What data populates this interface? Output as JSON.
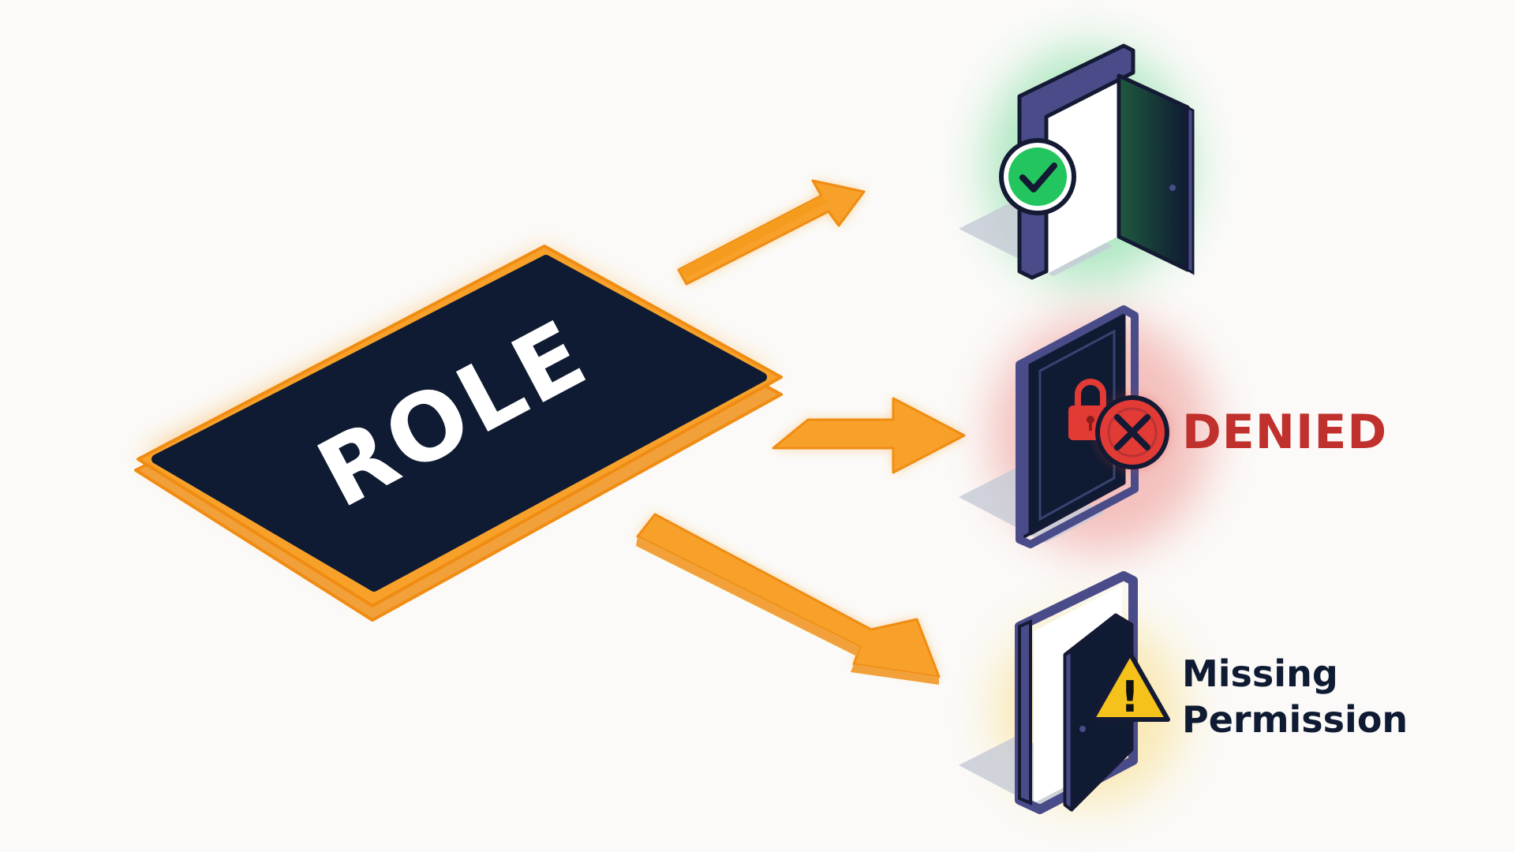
{
  "role_card": {
    "label": "ROLE"
  },
  "doors": [
    {
      "state": "granted",
      "status_icon": "check-icon",
      "label": ""
    },
    {
      "state": "denied",
      "status_icon": "x-icon",
      "lock_icon": "padlock-icon",
      "label": "DENIED"
    },
    {
      "state": "missing-permission",
      "status_icon": "warning-icon",
      "label_lines": [
        "Missing",
        "Permission"
      ]
    }
  ],
  "warning_glyph": "!",
  "colors": {
    "accent_orange": "#f7a12a",
    "card_dark": "#0f1b33",
    "door_frame": "#4a4c8a",
    "granted_green": "#22c55e",
    "denied_red": "#e23a35",
    "warning_yellow": "#f5c21b",
    "denied_text": "#c0302c"
  }
}
